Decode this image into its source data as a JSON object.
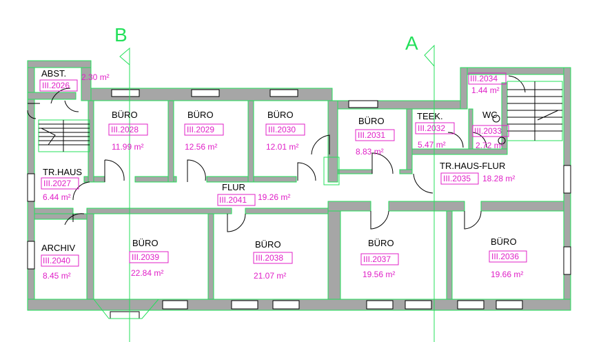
{
  "colors": {
    "wall": "#a6a6a6",
    "outline": "#23e05a",
    "annotation": "#e01fc7",
    "text": "#000000"
  },
  "section_markers": [
    {
      "label": "B"
    },
    {
      "label": "A"
    }
  ],
  "rooms": [
    {
      "key": "abst",
      "name": "ABST.",
      "id": "III.2026",
      "area": "2.30 m²"
    },
    {
      "key": "buero2028",
      "name": "BÜRO",
      "id": "III.2028",
      "area": "11.99 m²"
    },
    {
      "key": "buero2029",
      "name": "BÜRO",
      "id": "III.2029",
      "area": "12.56 m²"
    },
    {
      "key": "buero2030",
      "name": "BÜRO",
      "id": "III.2030",
      "area": "12.01 m²"
    },
    {
      "key": "buero2031",
      "name": "BÜRO",
      "id": "III.2031",
      "area": "8.83 m²"
    },
    {
      "key": "teek",
      "name": "TEEK.",
      "id": "III.2032",
      "area": "5.47 m²"
    },
    {
      "key": "wc",
      "name": "WC",
      "id": "III.2033",
      "area": "2.72 m²"
    },
    {
      "key": "r2034",
      "name": "",
      "id": "III.2034",
      "area": "1.44 m²"
    },
    {
      "key": "trhausflur",
      "name": "TR.HAUS-FLUR",
      "id": "III.2035",
      "area": "18.28 m²"
    },
    {
      "key": "trhaus",
      "name": "TR.HAUS",
      "id": "III.2027",
      "area": "6.44 m²"
    },
    {
      "key": "flur",
      "name": "FLUR",
      "id": "III.2041",
      "area": "19.26 m²"
    },
    {
      "key": "archiv",
      "name": "ARCHIV",
      "id": "III.2040",
      "area": "8.45 m²"
    },
    {
      "key": "buero2039",
      "name": "BÜRO",
      "id": "III.2039",
      "area": "22.84 m²"
    },
    {
      "key": "buero2038",
      "name": "BÜRO",
      "id": "III.2038",
      "area": "21.07 m²"
    },
    {
      "key": "buero2037",
      "name": "BÜRO",
      "id": "III.2037",
      "area": "19.56 m²"
    },
    {
      "key": "buero2036",
      "name": "BÜRO",
      "id": "III.2036",
      "area": "19.66 m²"
    }
  ]
}
